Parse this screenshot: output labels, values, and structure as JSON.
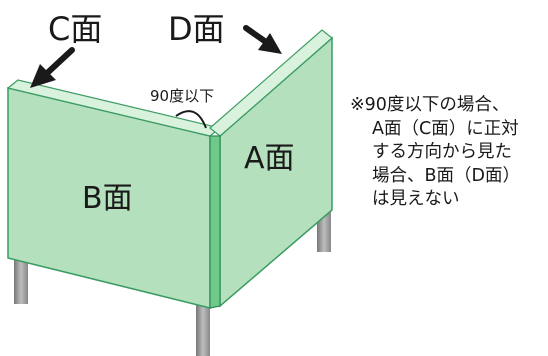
{
  "labels": {
    "c_face": "C面",
    "d_face": "D面",
    "a_face": "A面",
    "b_face": "B面",
    "angle": "90度以下"
  },
  "note": {
    "lines": [
      "※90度以下の場合、",
      "A面（C面）に正対",
      "する方向から見た",
      "場合、B面（D面）",
      "は見えない"
    ]
  },
  "colors": {
    "panel_front": "#b4e0bd",
    "panel_top": "#d9f2dd",
    "panel_side": "#6fc98a",
    "outline": "#2e8b57",
    "leg": "#999999"
  }
}
